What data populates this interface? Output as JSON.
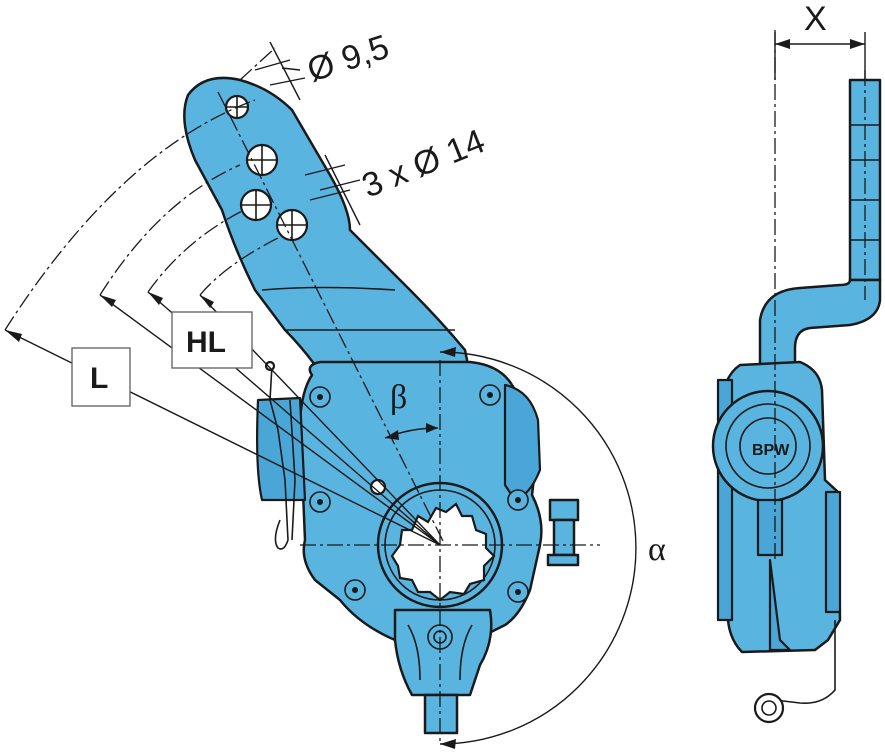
{
  "labels": {
    "dia_small": "Ø 9,5",
    "dia_holes": "3 x Ø 14",
    "beta": "β",
    "alpha": "α",
    "x_dim": "X",
    "l_box": "L",
    "hl_box": "HL"
  },
  "colors": {
    "part": "#5ab4e0",
    "line": "#1a1a1a"
  }
}
